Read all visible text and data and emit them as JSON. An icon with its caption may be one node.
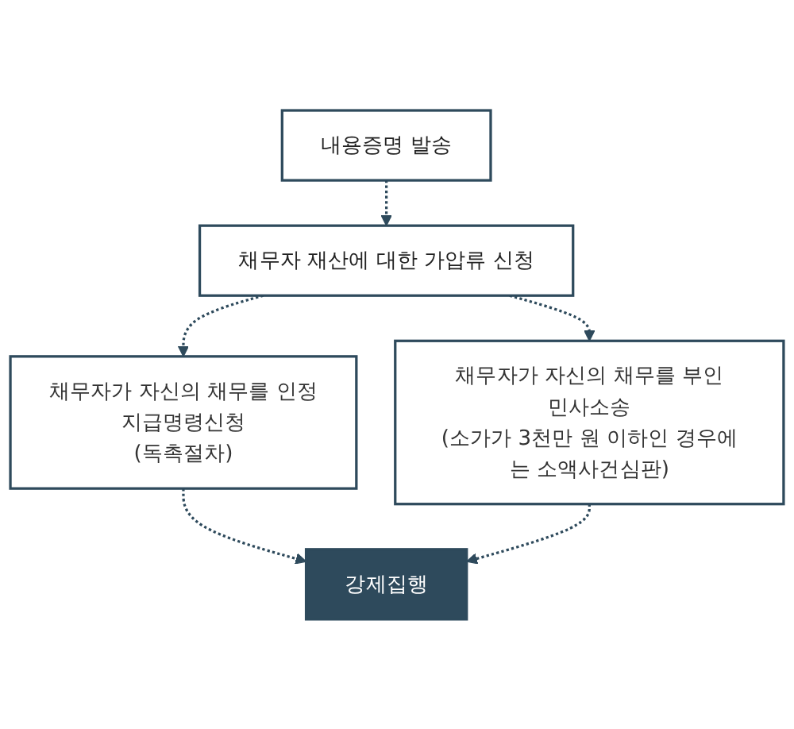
{
  "diagram": {
    "nodes": [
      {
        "text": [
          "내용증명 발송"
        ]
      },
      {
        "text": [
          "채무자 재산에 대한 가압류 신청"
        ]
      },
      {
        "text": [
          "채무자가 자신의 채무를 인정",
          "지급명령신청",
          "(독촉절차)"
        ]
      },
      {
        "text": [
          "채무자가 자신의 채무를 부인",
          "민사소송",
          "(소가가 3천만 원 이하인 경우에는 소액사건심판)"
        ]
      },
      {
        "text": [
          "강제집행"
        ]
      }
    ],
    "edges": [
      {
        "from": 0,
        "to": 1,
        "arrow": "to",
        "style": "dashed"
      },
      {
        "from": 1,
        "to": 2,
        "arrow": "to",
        "style": "dashed"
      },
      {
        "from": 1,
        "to": 3,
        "arrow": "to",
        "style": "dashed"
      },
      {
        "from": 2,
        "to": 4,
        "arrow": "to",
        "style": "dashed"
      },
      {
        "from": 3,
        "to": 4,
        "arrow": "to",
        "style": "dashed"
      }
    ]
  }
}
